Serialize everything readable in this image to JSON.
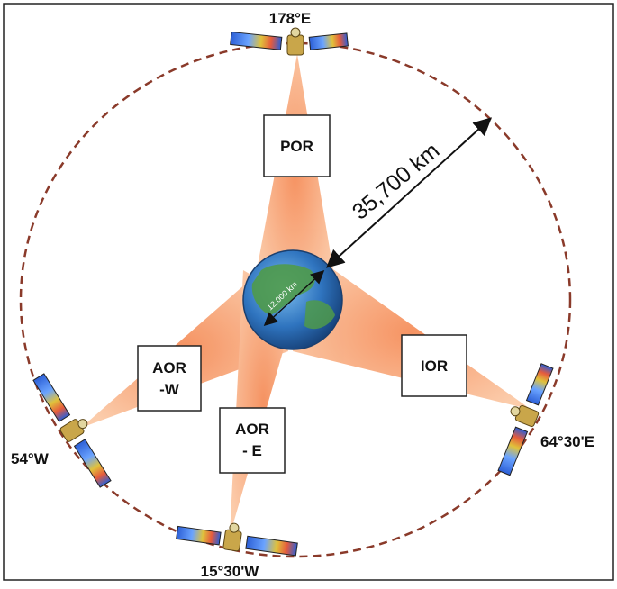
{
  "satellites": [
    {
      "id": "por",
      "label": "178°E"
    },
    {
      "id": "aorw",
      "label": "54°W"
    },
    {
      "id": "aore",
      "label": "15°30'W"
    },
    {
      "id": "ior",
      "label": "64°30'E"
    }
  ],
  "regions": {
    "por": "POR",
    "aorw_line1": "AOR",
    "aorw_line2": "-W",
    "aore_line1": "AOR",
    "aore_line2": "- E",
    "ior": "IOR"
  },
  "distances": {
    "orbit": "35,700 km",
    "earth": "12,000 km"
  },
  "colors": {
    "beam": "#f7a06c",
    "orbit": "#8a3a2a",
    "ocean": "#3a7fc4",
    "land": "#4f9a4a",
    "panel": "#3a6fd0",
    "frame": "#222222"
  }
}
